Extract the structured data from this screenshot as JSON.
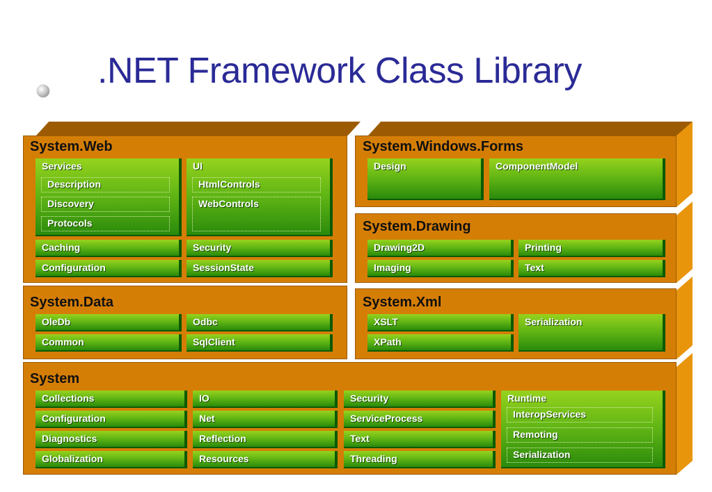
{
  "title": ".NET Framework Class Library",
  "namespaces": {
    "web": {
      "label": "System.Web",
      "services": "Services",
      "services_sub": [
        "Description",
        "Discovery",
        "Protocols"
      ],
      "ui": "UI",
      "ui_sub": [
        "HtmlControls",
        "WebControls"
      ],
      "caching": "Caching",
      "security": "Security",
      "configuration": "Configuration",
      "sessionstate": "SessionState"
    },
    "forms": {
      "label": "System.Windows.Forms",
      "design": "Design",
      "componentmodel": "ComponentModel"
    },
    "drawing": {
      "label": "System.Drawing",
      "drawing2d": "Drawing2D",
      "printing": "Printing",
      "imaging": "Imaging",
      "text": "Text"
    },
    "data": {
      "label": "System.Data",
      "oledb": "OleDb",
      "odbc": "Odbc",
      "common": "Common",
      "sqlclient": "SqlClient"
    },
    "xml": {
      "label": "System.Xml",
      "xslt": "XSLT",
      "serialization": "Serialization",
      "xpath": "XPath"
    },
    "system": {
      "label": "System",
      "col1": [
        "Collections",
        "Configuration",
        "Diagnostics",
        "Globalization"
      ],
      "col2": [
        "IO",
        "Net",
        "Reflection",
        "Resources"
      ],
      "col3": [
        "Security",
        "ServiceProcess",
        "Text",
        "Threading"
      ],
      "runtime": "Runtime",
      "runtime_sub": [
        "InteropServices",
        "Remoting",
        "Serialization"
      ]
    }
  },
  "colors": {
    "title": "#2a2a96",
    "panel": "#d57e06",
    "panel_top": "#9c5b02",
    "item_light": "#96d21d",
    "item_dark": "#2a8a0b"
  }
}
